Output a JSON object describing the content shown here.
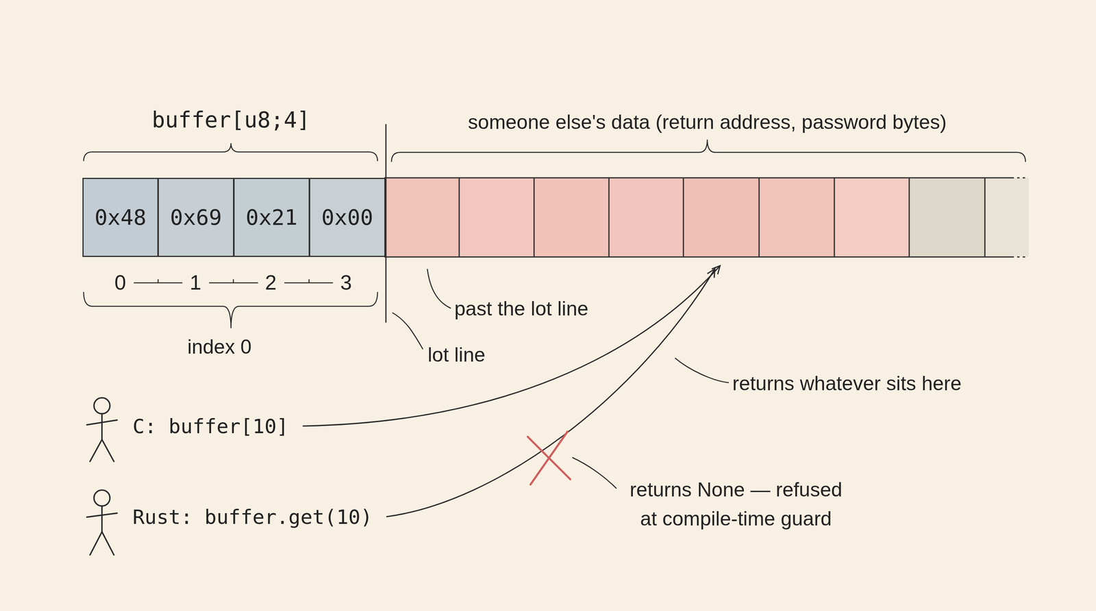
{
  "diagram": {
    "nodes": [
      {
        "text": [
          "0x48"
        ]
      },
      {
        "text": [
          "0x69"
        ]
      },
      {
        "text": [
          "0x21"
        ]
      },
      {
        "text": [
          "0x00"
        ]
      }
    ],
    "labels": [
      "buffer[u8;4]",
      "someone else's data (return address, password bytes)",
      "0",
      "1",
      "2",
      "3",
      "past the lot line",
      "index 0",
      "lot line",
      "returns whatever sits here",
      "C: buffer[10]",
      "returns None — refused at compile-time guard",
      "Rust: buffer.get(10)"
    ]
  }
}
